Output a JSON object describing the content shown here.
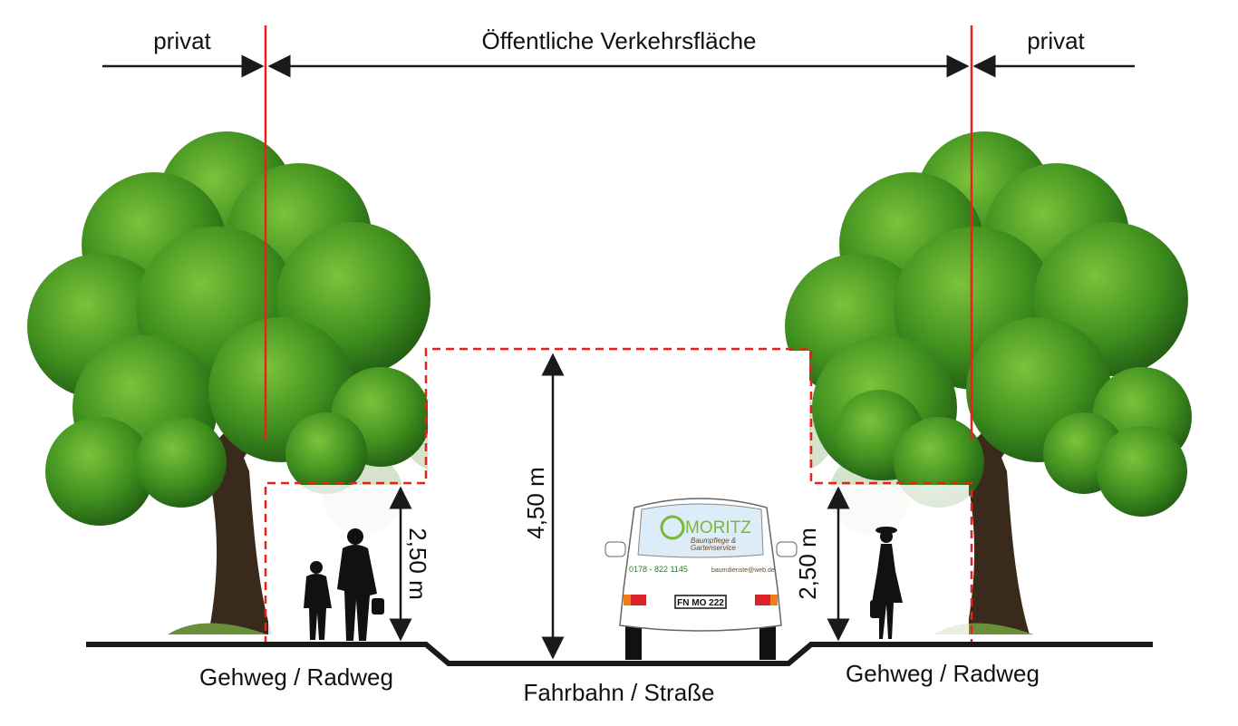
{
  "labels": {
    "private_left": "privat",
    "public_area": "Öffentliche Verkehrsfläche",
    "private_right": "privat",
    "height_road": "4,50 m",
    "height_left_path": "2,50 m",
    "height_right_path": "2,50 m",
    "sidewalk_left": "Gehweg / Radweg",
    "road": "Fahrbahn / Straße",
    "sidewalk_right": "Gehweg / Radweg"
  },
  "van": {
    "brand": "MORITZ",
    "tagline_1": "Baumpflege &",
    "tagline_2": "Gartenservice",
    "phone": "0178 - 822 1145",
    "email": "baumdienste@web.de",
    "plate": "FN  MO 222"
  },
  "colors": {
    "boundary": "#e8221b",
    "leaf": "#3f8f1f",
    "trunk": "#3a2a1c",
    "ground": "#1a1a1a"
  }
}
